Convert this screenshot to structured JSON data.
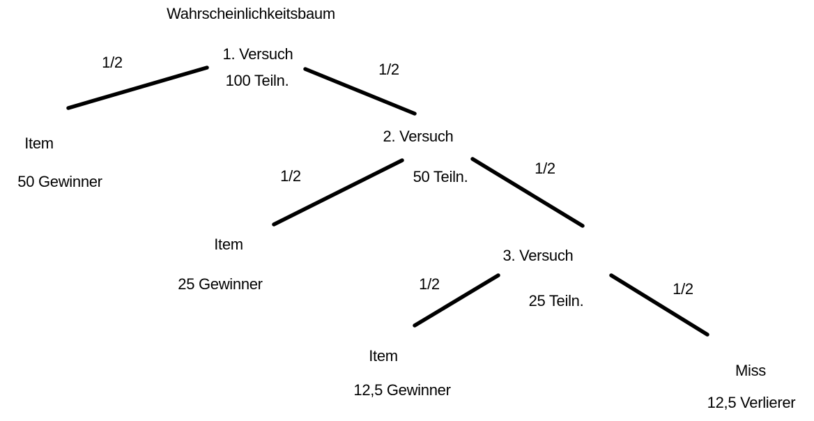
{
  "tree": {
    "title": "Wahrscheinlichkeitsbaum",
    "levels": [
      {
        "node": {
          "name": "1. Versuch",
          "detail": "100 Teiln."
        },
        "left_probability": "1/2",
        "right_probability": "1/2",
        "left_outcome": {
          "name": "Item",
          "detail": "50 Gewinner"
        }
      },
      {
        "node": {
          "name": "2. Versuch",
          "detail": "50 Teiln."
        },
        "left_probability": "1/2",
        "right_probability": "1/2",
        "left_outcome": {
          "name": "Item",
          "detail": "25 Gewinner"
        }
      },
      {
        "node": {
          "name": "3. Versuch",
          "detail": "25 Teiln."
        },
        "left_probability": "1/2",
        "right_probability": "1/2",
        "left_outcome": {
          "name": "Item",
          "detail": "12,5 Gewinner"
        },
        "right_outcome": {
          "name": "Miss",
          "detail": "12,5 Verlierer"
        }
      }
    ],
    "colors": {
      "line": "#000000",
      "text": "#000000",
      "background": "#ffffff"
    }
  }
}
